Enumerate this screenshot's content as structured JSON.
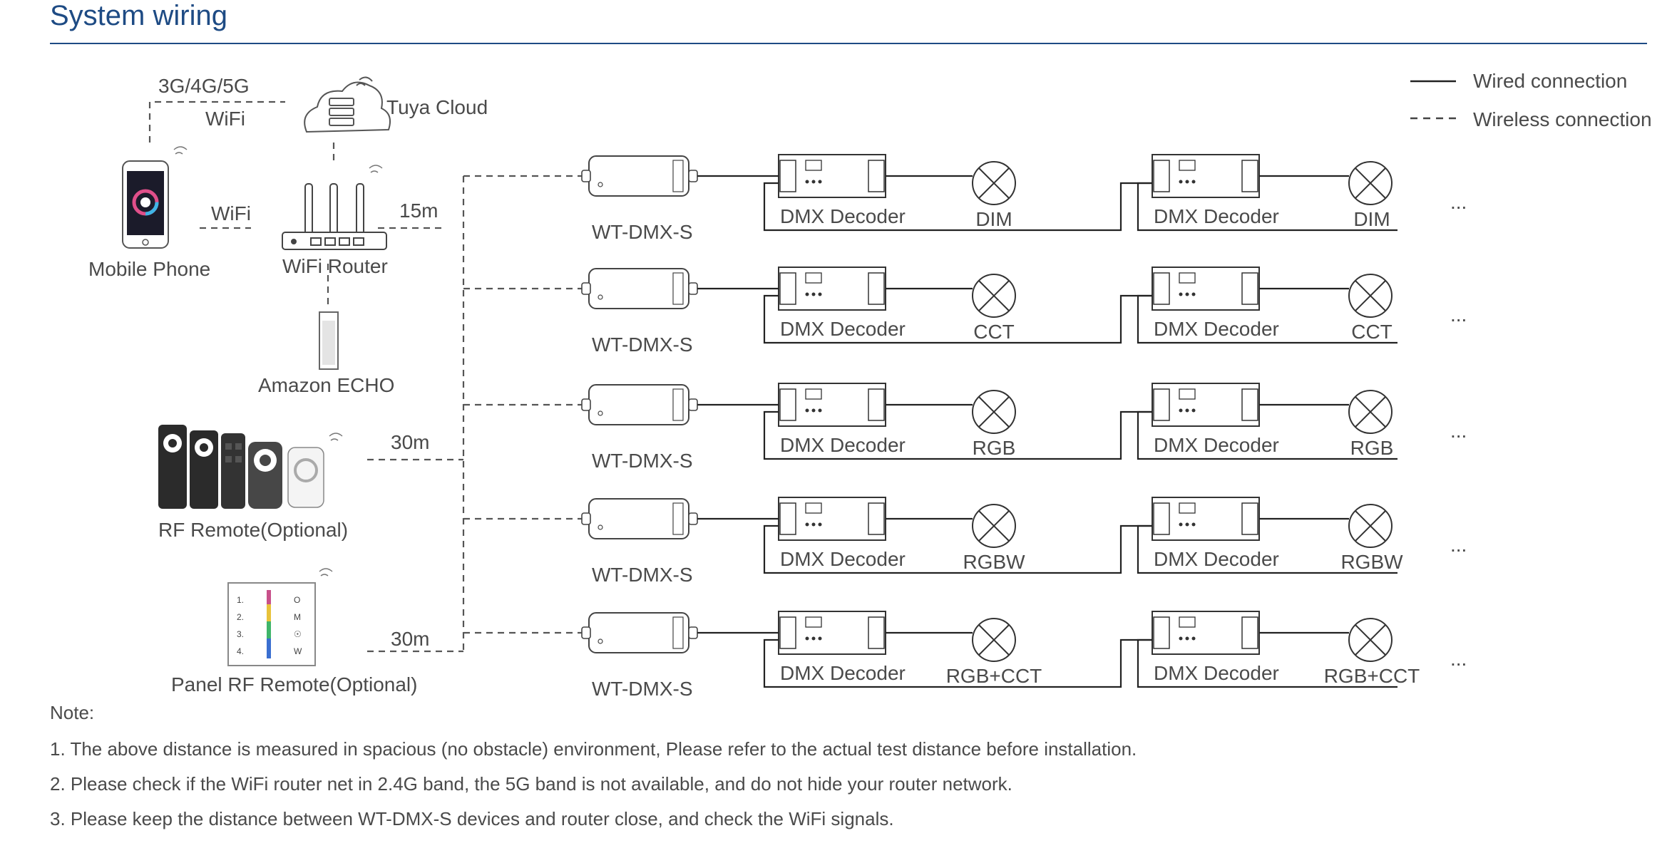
{
  "title": "System wiring",
  "legend": {
    "wired": "Wired connection",
    "wireless": "Wireless connection"
  },
  "labels": {
    "network": "3G/4G/5G",
    "wifi_top": "WiFi",
    "cloud": "Tuya Cloud",
    "phone": "Mobile Phone",
    "wifi_mid": "WiFi",
    "router": "WiFi Router",
    "dist_15m": "15m",
    "echo": "Amazon ECHO",
    "dist_30m_a": "30m",
    "rf_remote": "RF Remote(Optional)",
    "dist_30m_b": "30m",
    "panel_remote": "Panel RF Remote(Optional)"
  },
  "rows": [
    {
      "controller": "WT-DMX-S",
      "decoder": "DMX Decoder",
      "light": "DIM",
      "more": "..."
    },
    {
      "controller": "WT-DMX-S",
      "decoder": "DMX Decoder",
      "light": "CCT",
      "more": "..."
    },
    {
      "controller": "WT-DMX-S",
      "decoder": "DMX Decoder",
      "light": "RGB",
      "more": "..."
    },
    {
      "controller": "WT-DMX-S",
      "decoder": "DMX Decoder",
      "light": "RGBW",
      "more": "..."
    },
    {
      "controller": "WT-DMX-S",
      "decoder": "DMX Decoder",
      "light": "RGB+CCT",
      "more": "..."
    }
  ],
  "panel_keys": [
    "1.",
    "2.",
    "3.",
    "4.",
    "O",
    "M",
    "☉",
    "W"
  ],
  "notes": {
    "heading": "Note:",
    "items": [
      "1. The above distance is measured in spacious (no obstacle) environment,  Please refer to the actual test distance before installation.",
      "2. Please check if the WiFi router net in 2.4G band, the 5G band is not available, and do not hide your router network.",
      "3. Please keep the distance between WT-DMX-S devices and router close, and check the WiFi signals."
    ]
  }
}
